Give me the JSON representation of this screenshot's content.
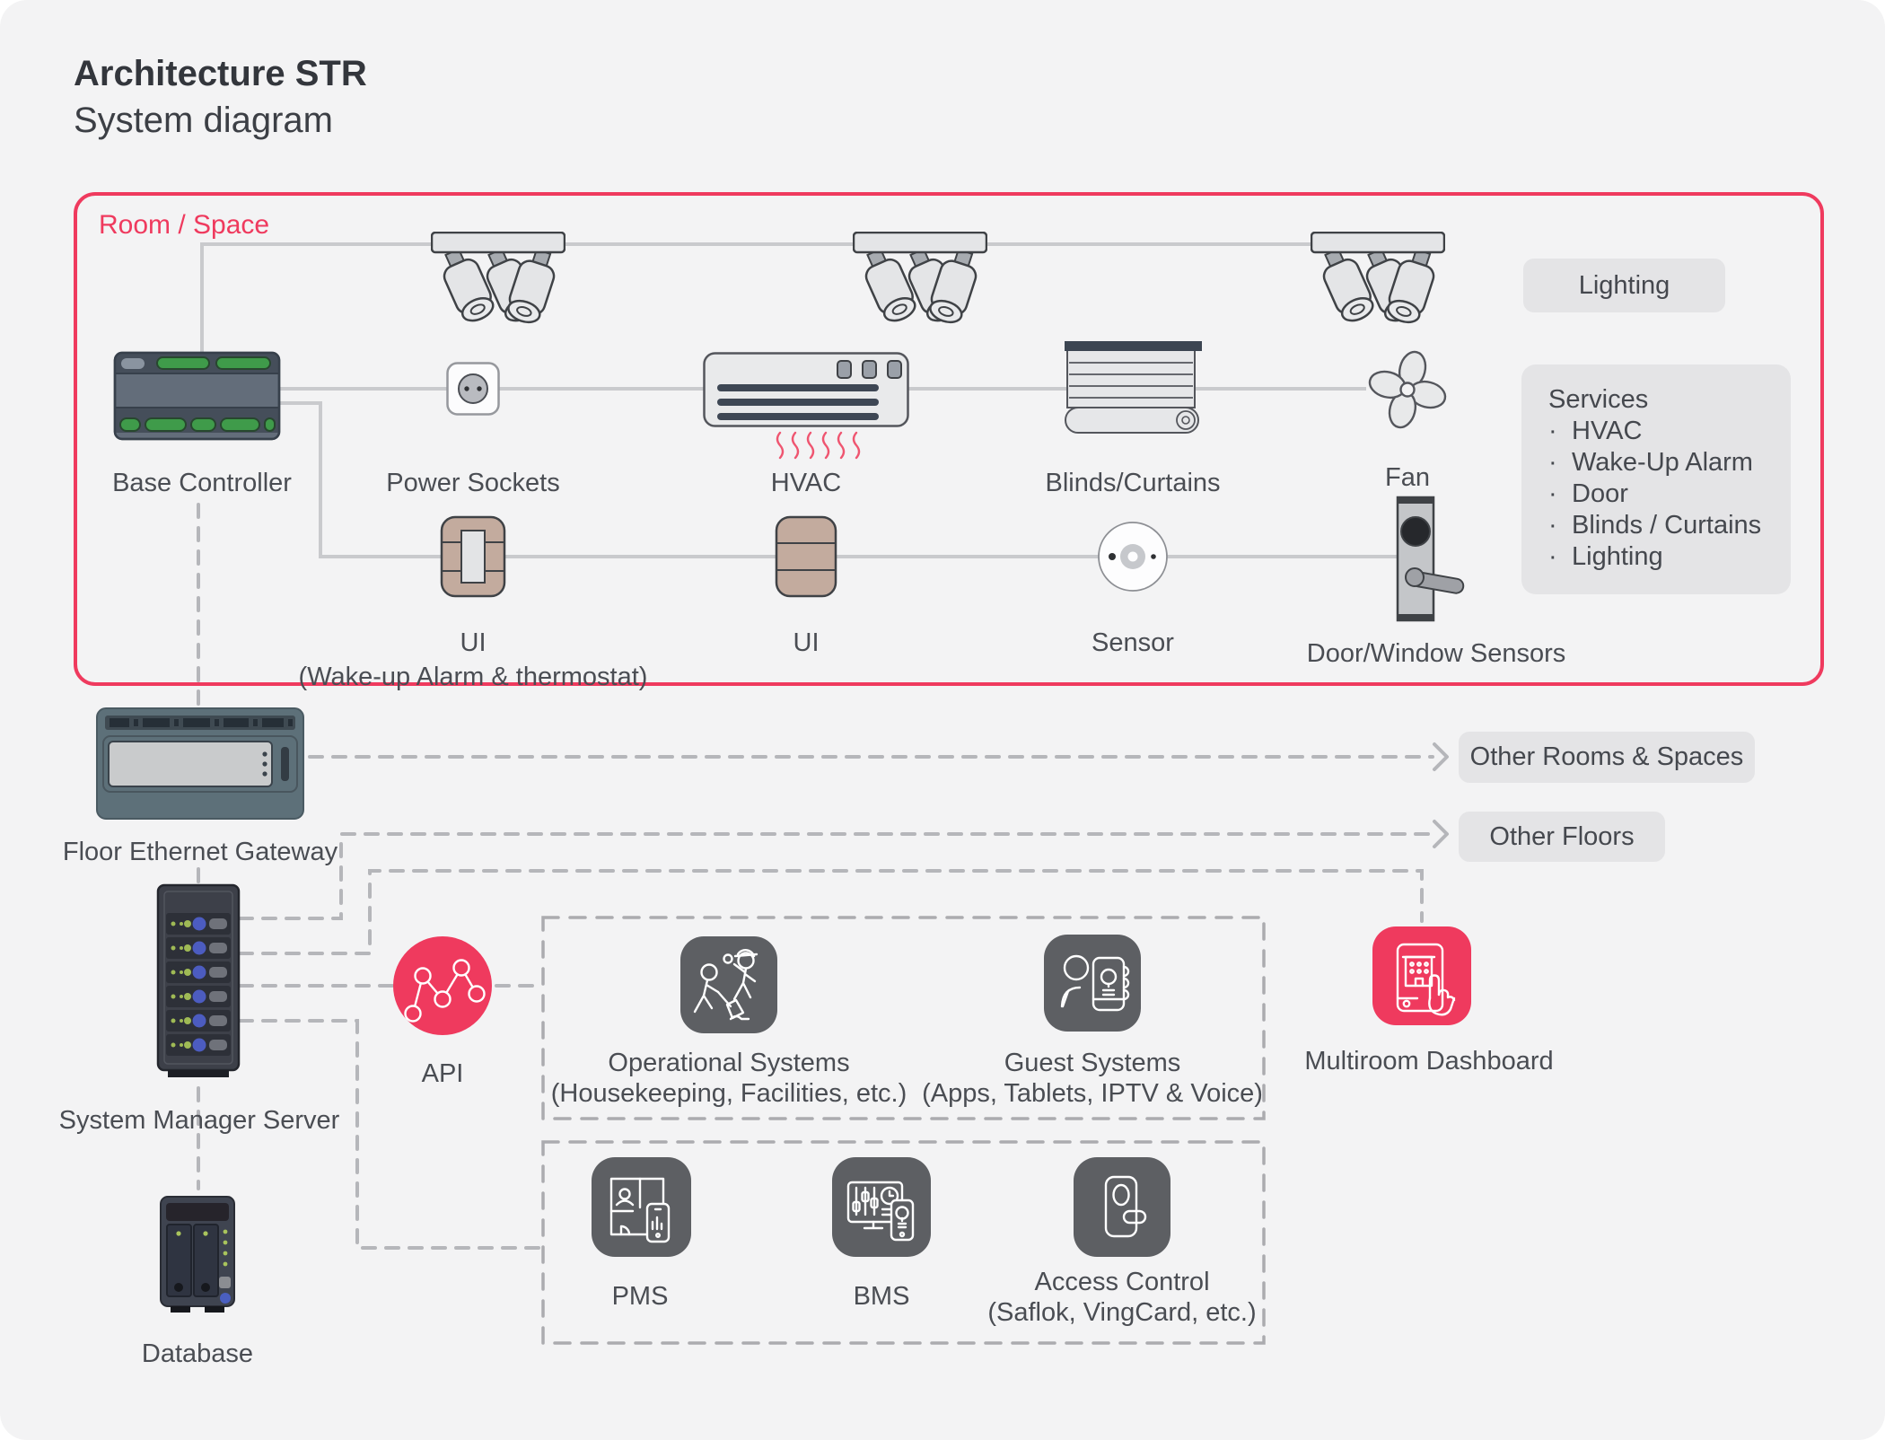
{
  "title": "Architecture STR",
  "subtitle": "System diagram",
  "colors": {
    "accent": "#ef3a5e",
    "line": "#c9cacd",
    "dash": "#b5b6ba",
    "tile": "#5d5f63",
    "badge_bg": "#e4e4e6",
    "text": "#4a4d53",
    "canvas": "#f3f3f4"
  },
  "room": {
    "label": "Room / Space",
    "lighting_badge": "Lighting",
    "services": {
      "title": "Services",
      "items": [
        "HVAC",
        "Wake-Up Alarm",
        "Door",
        "Blinds / Curtains",
        "Lighting"
      ]
    },
    "nodes": {
      "base_controller": "Base Controller",
      "power_sockets": "Power Sockets",
      "hvac": "HVAC",
      "blinds": "Blinds/Curtains",
      "fan": "Fan",
      "ui1": "UI",
      "ui1_sub": "(Wake-up Alarm & thermostat)",
      "ui2": "UI",
      "sensor": "Sensor",
      "door_sensors": "Door/Window Sensors"
    }
  },
  "infrastructure": {
    "gateway": "Floor Ethernet Gateway",
    "other_rooms": "Other Rooms & Spaces",
    "other_floors": "Other Floors",
    "server": "System Manager Server",
    "api": "API",
    "database": "Database",
    "multiroom": "Multiroom Dashboard"
  },
  "integrations": {
    "operational": "Operational Systems",
    "operational_sub": "(Housekeeping, Facilities, etc.)",
    "guest": "Guest Systems",
    "guest_sub": "(Apps, Tablets, IPTV & Voice)",
    "pms": "PMS",
    "bms": "BMS",
    "access": "Access Control",
    "access_sub": "(Saflok, VingCard, etc.)"
  }
}
